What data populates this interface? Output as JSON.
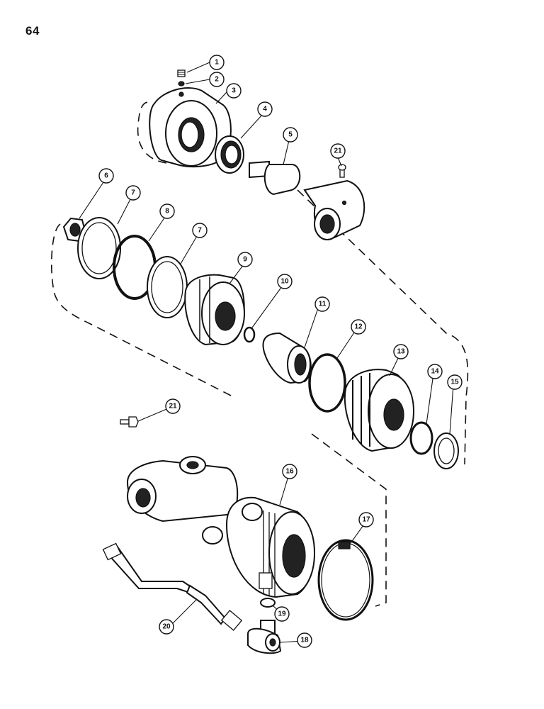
{
  "page_number": "64",
  "callouts": [
    "1",
    "2",
    "3",
    "4",
    "5",
    "21",
    "6",
    "7",
    "8",
    "7",
    "9",
    "10",
    "11",
    "12",
    "13",
    "14",
    "15",
    "21",
    "16",
    "17",
    "19",
    "20",
    "18"
  ]
}
